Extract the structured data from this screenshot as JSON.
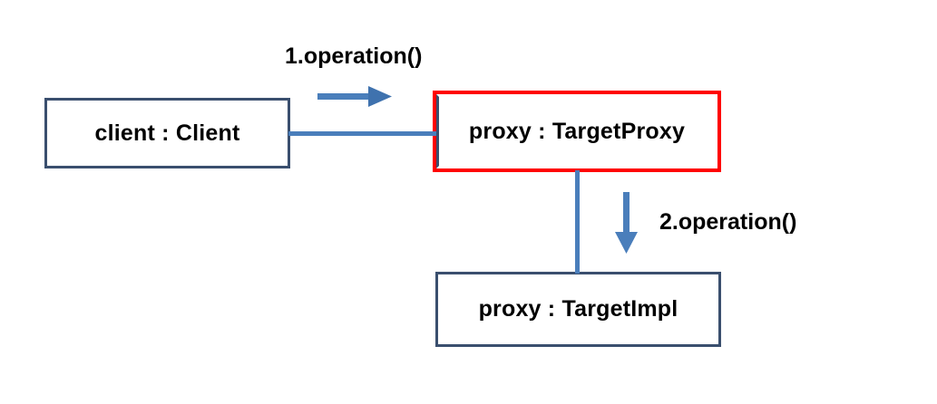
{
  "diagram": {
    "type": "uml-object-collaboration-diagram",
    "background_color": "#ffffff",
    "nodes": [
      {
        "id": "client",
        "label": "client : Client",
        "border_color": "#3a4f6e",
        "fill_color": "#ffffff",
        "highlighted": false
      },
      {
        "id": "proxy",
        "label": "proxy : TargetProxy",
        "border_color": "#3a4f6e",
        "highlight_color": "#ff0000",
        "fill_color": "#ffffff",
        "highlighted": true
      },
      {
        "id": "impl",
        "label": "proxy : TargetImpl",
        "border_color": "#3a4f6e",
        "fill_color": "#ffffff",
        "highlighted": false
      }
    ],
    "connectors": [
      {
        "id": "client-to-proxy",
        "from": "client",
        "to": "proxy",
        "orientation": "horizontal",
        "color": "#4a7ebb"
      },
      {
        "id": "proxy-to-impl",
        "from": "proxy",
        "to": "impl",
        "orientation": "vertical",
        "color": "#4a7ebb"
      }
    ],
    "messages": [
      {
        "id": "msg-1",
        "label": "1.operation()",
        "direction": "right",
        "arrow_color": "#4a7ebb",
        "text_color": "#000000"
      },
      {
        "id": "msg-2",
        "label": "2.operation()",
        "direction": "down",
        "arrow_color": "#4a7ebb",
        "text_color": "#000000"
      }
    ]
  }
}
